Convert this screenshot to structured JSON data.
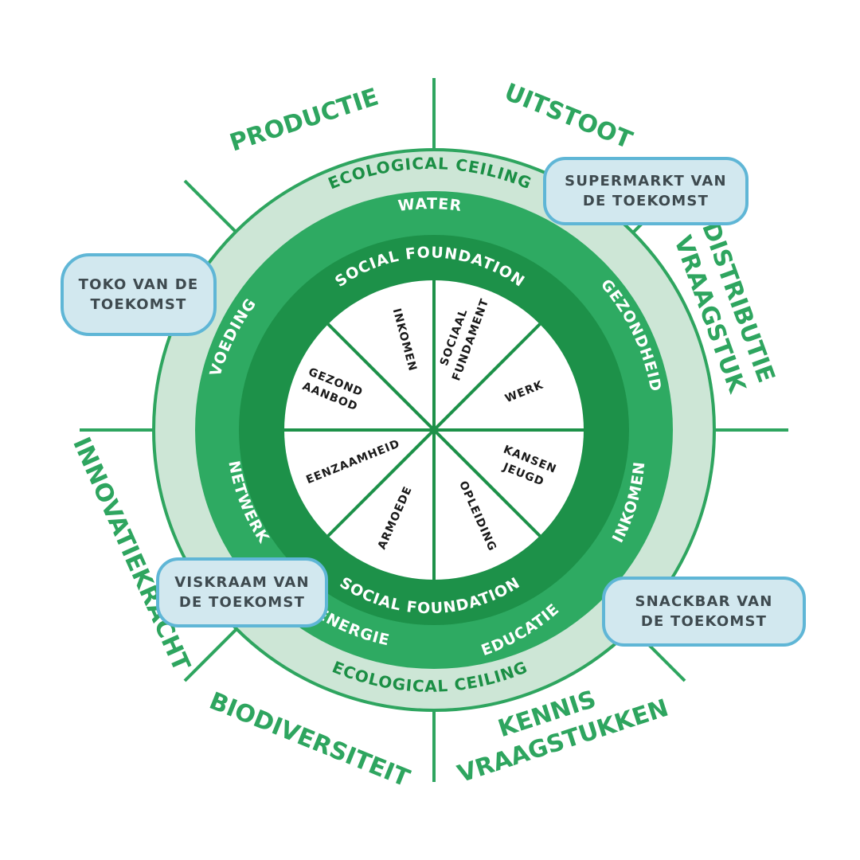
{
  "outer_dimensions": {
    "productie": "PRODUCTIE",
    "uitstoot": "UITSTOOT",
    "distributie": "DISTRIBUTIE",
    "vraagstuk": "VRAAGSTUK",
    "innovatiekracht": "INNOVATIEKRACHT",
    "biodiversiteit": "BIODIVERSITEIT",
    "kennis": "KENNIS",
    "vraagstukken": "VRAAGSTUKKEN"
  },
  "ecological_ceiling": {
    "top": "ECOLOGICAL CEILING",
    "bottom": "ECOLOGICAL CEILING"
  },
  "green_ring": {
    "water": "WATER",
    "gezondheid": "GEZONDHEID",
    "inkomen": "INKOMEN",
    "educatie": "EDUCATIE",
    "energie": "ENERGIE",
    "netwerk": "NETWERK",
    "voeding": "VOEDING"
  },
  "social_foundation": {
    "top": "SOCIAL FOUNDATION",
    "bottom": "SOCIAL FOUNDATION"
  },
  "segments": {
    "inkomen": "INKOMEN",
    "sociaal_1": "SOCIAAL",
    "sociaal_2": "FUNDAMENT",
    "werk": "WERK",
    "kansen_1": "KANSEN",
    "kansen_2": "JEUGD",
    "opleiding": "OPLEIDING",
    "armoede": "ARMOEDE",
    "eenzaamheid": "EENZAAMHEID",
    "gezond_1": "GEZOND",
    "gezond_2": "AANBOD"
  },
  "callouts": {
    "supermarkt": "SUPERMARKT VAN\nDE TOEKOMST",
    "toko": "TOKO VAN DE\nTOEKOMST",
    "viskraam": "VISKRAAM VAN\nDE TOEKOMST",
    "snackbar": "SNACKBAR VAN\nDE TOEKOMST"
  },
  "colors": {
    "outer_text": "#2ea55f",
    "ceiling_band": "#cde6d6",
    "green_ring": "#2eaa62",
    "dark_ring": "#1d9149",
    "callout_fill": "#d2e8ef",
    "callout_border": "#5fb6d6"
  }
}
